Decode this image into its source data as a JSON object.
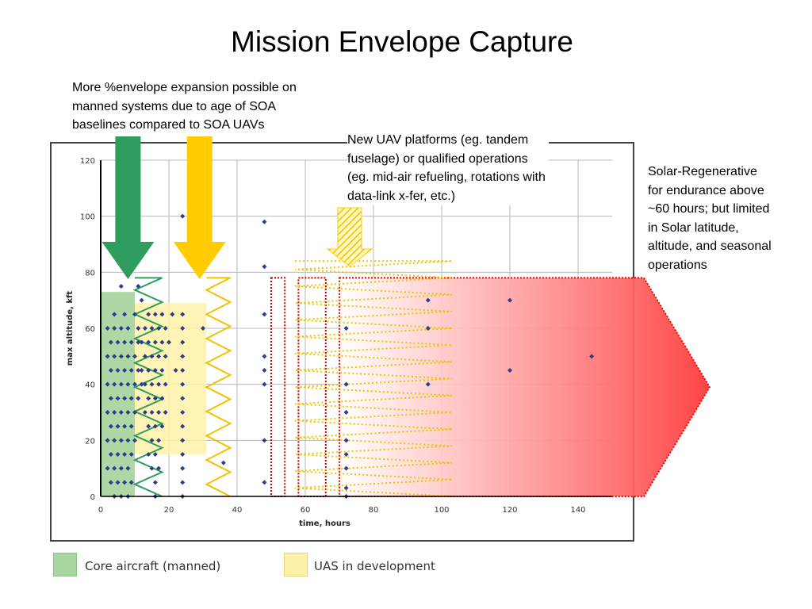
{
  "title": "Mission Envelope Capture",
  "callouts": {
    "left": {
      "lines": [
        "More %envelope expansion possible on",
        "manned systems due to age of SOA",
        "baselines compared to SOA UAVs"
      ],
      "arrows": [
        {
          "color": "#2e9d5e",
          "x_hours": 8,
          "points_to": "Core aircraft (manned)"
        },
        {
          "color": "#ffcc00",
          "x_hours": 29,
          "points_to": "UAS in development"
        }
      ]
    },
    "middle": {
      "lines": [
        "New UAV platforms (eg. tandem",
        "fuselage) or qualified operations",
        "(eg. mid-air refueling, rotations with",
        "data-link x-fer, etc.)"
      ],
      "arrow": {
        "color": "#ffcc00",
        "style": "hatched",
        "x_hours": 73
      }
    },
    "right": {
      "lines": [
        "Solar-Regenerative",
        "for endurance above",
        "~60 hours; but limited",
        "in Solar latitude,",
        "altitude, and seasonal",
        "operations"
      ]
    }
  },
  "legend": {
    "items": [
      {
        "label": "Core aircraft (manned)",
        "color": "#a9d5a0"
      },
      {
        "label": "UAS in development",
        "color": "#fff2a8"
      }
    ]
  },
  "chart_data": {
    "type": "scatter",
    "title": "",
    "xlabel": "time, hours",
    "ylabel": "max altitude, kft",
    "xlim": [
      0,
      150
    ],
    "ylim": [
      0,
      120
    ],
    "x_ticks": [
      0,
      20,
      40,
      60,
      80,
      100,
      120,
      140
    ],
    "y_ticks": [
      0,
      20,
      40,
      60,
      80,
      100,
      120
    ],
    "grid": true,
    "point_color": "#2b3e8c",
    "series": [
      {
        "name": "Core aircraft (manned)",
        "color": "#a9d5a0",
        "region": {
          "x": [
            0,
            10
          ],
          "y": [
            0,
            73
          ]
        },
        "points": [
          [
            6,
            75
          ],
          [
            11,
            75
          ],
          [
            4,
            65
          ],
          [
            7,
            65
          ],
          [
            10,
            65
          ],
          [
            2,
            60
          ],
          [
            4,
            60
          ],
          [
            6,
            60
          ],
          [
            8,
            60
          ],
          [
            11,
            60
          ],
          [
            3,
            55
          ],
          [
            5,
            55
          ],
          [
            7,
            55
          ],
          [
            9,
            55
          ],
          [
            11,
            55
          ],
          [
            2,
            50
          ],
          [
            4,
            50
          ],
          [
            6,
            50
          ],
          [
            8,
            50
          ],
          [
            10,
            50
          ],
          [
            3,
            45
          ],
          [
            5,
            45
          ],
          [
            7,
            45
          ],
          [
            9,
            45
          ],
          [
            11,
            45
          ],
          [
            2,
            40
          ],
          [
            4,
            40
          ],
          [
            6,
            40
          ],
          [
            8,
            40
          ],
          [
            10,
            40
          ],
          [
            12,
            40
          ],
          [
            3,
            35
          ],
          [
            5,
            35
          ],
          [
            7,
            35
          ],
          [
            9,
            35
          ],
          [
            11,
            35
          ],
          [
            2,
            30
          ],
          [
            4,
            30
          ],
          [
            6,
            30
          ],
          [
            8,
            30
          ],
          [
            10,
            30
          ],
          [
            3,
            25
          ],
          [
            5,
            25
          ],
          [
            7,
            25
          ],
          [
            9,
            25
          ],
          [
            2,
            20
          ],
          [
            4,
            20
          ],
          [
            6,
            20
          ],
          [
            8,
            20
          ],
          [
            10,
            20
          ],
          [
            3,
            15
          ],
          [
            5,
            15
          ],
          [
            7,
            15
          ],
          [
            9,
            15
          ],
          [
            2,
            10
          ],
          [
            4,
            10
          ],
          [
            6,
            10
          ],
          [
            8,
            10
          ],
          [
            3,
            5
          ],
          [
            5,
            5
          ],
          [
            7,
            5
          ],
          [
            9,
            5
          ],
          [
            4,
            0
          ],
          [
            6,
            0
          ],
          [
            8,
            0
          ]
        ]
      },
      {
        "name": "UAS in development",
        "color": "#fff2a8",
        "region": {
          "x": [
            10,
            31
          ],
          "y": [
            15,
            69
          ]
        },
        "points": [
          [
            24,
            100
          ],
          [
            12,
            70
          ],
          [
            14,
            65
          ],
          [
            16,
            65
          ],
          [
            18,
            65
          ],
          [
            21,
            65
          ],
          [
            24,
            65
          ],
          [
            13,
            60
          ],
          [
            15,
            60
          ],
          [
            17,
            60
          ],
          [
            19,
            60
          ],
          [
            24,
            60
          ],
          [
            30,
            60
          ],
          [
            12,
            55
          ],
          [
            14,
            55
          ],
          [
            16,
            55
          ],
          [
            18,
            55
          ],
          [
            20,
            55
          ],
          [
            24,
            55
          ],
          [
            13,
            50
          ],
          [
            15,
            50
          ],
          [
            17,
            50
          ],
          [
            19,
            50
          ],
          [
            24,
            50
          ],
          [
            12,
            45
          ],
          [
            14,
            45
          ],
          [
            16,
            45
          ],
          [
            18,
            45
          ],
          [
            22,
            45
          ],
          [
            24,
            45
          ],
          [
            13,
            40
          ],
          [
            15,
            40
          ],
          [
            17,
            40
          ],
          [
            19,
            40
          ],
          [
            24,
            40
          ],
          [
            14,
            35
          ],
          [
            16,
            35
          ],
          [
            18,
            35
          ],
          [
            24,
            35
          ],
          [
            13,
            30
          ],
          [
            15,
            30
          ],
          [
            17,
            30
          ],
          [
            19,
            30
          ],
          [
            24,
            30
          ],
          [
            14,
            25
          ],
          [
            16,
            25
          ],
          [
            18,
            25
          ],
          [
            24,
            25
          ],
          [
            15,
            20
          ],
          [
            17,
            20
          ],
          [
            24,
            20
          ],
          [
            14,
            15
          ],
          [
            16,
            15
          ],
          [
            24,
            15
          ],
          [
            15,
            10
          ],
          [
            17,
            10
          ],
          [
            24,
            10
          ],
          [
            16,
            5
          ],
          [
            24,
            5
          ],
          [
            16,
            0
          ],
          [
            24,
            0
          ],
          [
            36,
            12
          ]
        ]
      },
      {
        "name": "",
        "color": "#2b3e8c",
        "points": [
          [
            48,
            98
          ],
          [
            48,
            82
          ],
          [
            48,
            65
          ],
          [
            48,
            50
          ],
          [
            48,
            45
          ],
          [
            48,
            40
          ],
          [
            48,
            20
          ],
          [
            48,
            5
          ],
          [
            72,
            60
          ],
          [
            72,
            40
          ],
          [
            72,
            30
          ],
          [
            72,
            20
          ],
          [
            72,
            15
          ],
          [
            72,
            10
          ],
          [
            72,
            3
          ],
          [
            72,
            0
          ],
          [
            96,
            70
          ],
          [
            96,
            60
          ],
          [
            96,
            40
          ],
          [
            120,
            70
          ],
          [
            120,
            45
          ],
          [
            144,
            50
          ]
        ]
      }
    ],
    "envelopes": [
      {
        "type": "zigzag",
        "color": "#2e9d5e",
        "x": [
          10,
          18
        ],
        "y": [
          0,
          78
        ]
      },
      {
        "type": "zigzag",
        "color": "#f2c200",
        "x": [
          31,
          38
        ],
        "y": [
          0,
          78
        ]
      },
      {
        "type": "zigzag-dotted",
        "color": "#f2c200",
        "x": [
          57,
          103
        ],
        "y": [
          0,
          84
        ]
      },
      {
        "type": "dotted-box",
        "color": "#cc0000",
        "x": [
          50,
          54
        ],
        "y": [
          0,
          78
        ]
      },
      {
        "type": "dotted-box",
        "color": "#cc0000",
        "x": [
          58,
          66
        ],
        "y": [
          0,
          78
        ]
      },
      {
        "type": "gradient-arrow",
        "color": "#ff0000",
        "x": [
          70,
          180
        ],
        "y": [
          0,
          78
        ]
      }
    ]
  }
}
